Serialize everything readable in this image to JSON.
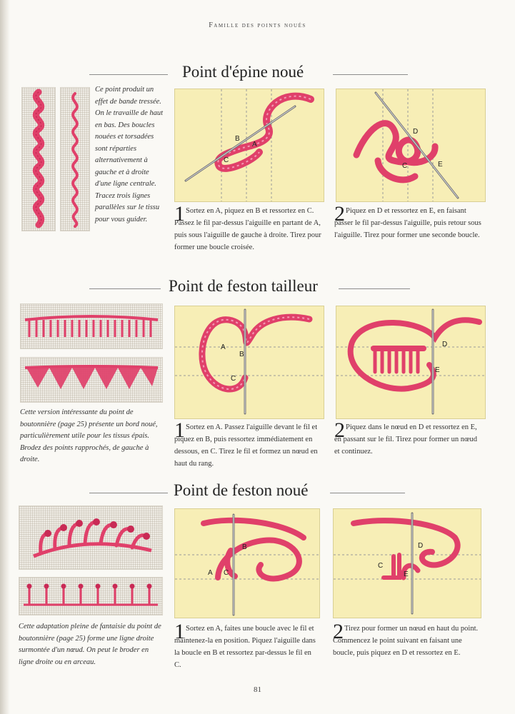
{
  "running_head": "Famille des points noués",
  "page_number": "81",
  "colors": {
    "thread": "#e0406a",
    "panel": "#f7eeb6",
    "fabric": "#efece5"
  },
  "sections": [
    {
      "title": "Point d'épine noué",
      "side_text": "Ce point produit un effet de bande tressée. On le travaille de haut en bas. Des boucles nouées et torsadées sont réparties alternativement à gauche et à droite d'une ligne centrale. Tracez trois lignes parallèles sur le tissu pour vous guider.",
      "steps": [
        {
          "number": "1",
          "text": "Sortez en A, piquez en B et ressortez en C. Passez le fil par-dessus l'aiguille en partant de A, puis sous l'aiguille de gauche à droite. Tirez pour former une boucle croisée."
        },
        {
          "number": "2",
          "text": "Piquez en D et ressortez en E, en faisant passer le fil par-dessus l'aiguille, puis retour sous l'aiguille. Tirez pour former une seconde boucle."
        }
      ],
      "labels": {
        "a": "A",
        "b": "B",
        "c": "C",
        "d": "D",
        "e": "E"
      }
    },
    {
      "title": "Point de feston tailleur",
      "side_text": "Cette version intéressante du point de boutonnière (page 25) présente un bord noué, particulièrement utile pour les tissus épais. Brodez des points rapprochés, de gauche à droite.",
      "steps": [
        {
          "number": "1",
          "text": "Sortez en A. Passez l'aiguille devant le fil et piquez en B, puis ressortez immédiatement en dessous, en C. Tirez le fil et formez un nœud en haut du rang."
        },
        {
          "number": "2",
          "text": "Piquez dans le nœud en D et ressortez en E, en passant sur le fil. Tirez pour former un nœud et continuez."
        }
      ],
      "labels": {
        "a": "A",
        "b": "B",
        "c": "C",
        "d": "D",
        "e": "E"
      }
    },
    {
      "title": "Point de feston noué",
      "side_text": "Cette adaptation pleine de fantaisie du point de boutonnière (page 25) forme une ligne droite surmontée d'un nœud. On peut le broder en ligne droite ou en arceau.",
      "steps": [
        {
          "number": "1",
          "text": "Sortez en A, faites une boucle avec le fil et maintenez-la en position. Piquez l'aiguille dans la boucle en B et ressortez par-dessus le fil en C."
        },
        {
          "number": "2",
          "text": "Tirez pour former un nœud en haut du point. Commencez le point suivant en faisant une boucle, puis piquez en D et ressortez en E."
        }
      ],
      "labels": {
        "a": "A",
        "b": "B",
        "c": "C",
        "d": "D",
        "e": "E"
      }
    }
  ]
}
